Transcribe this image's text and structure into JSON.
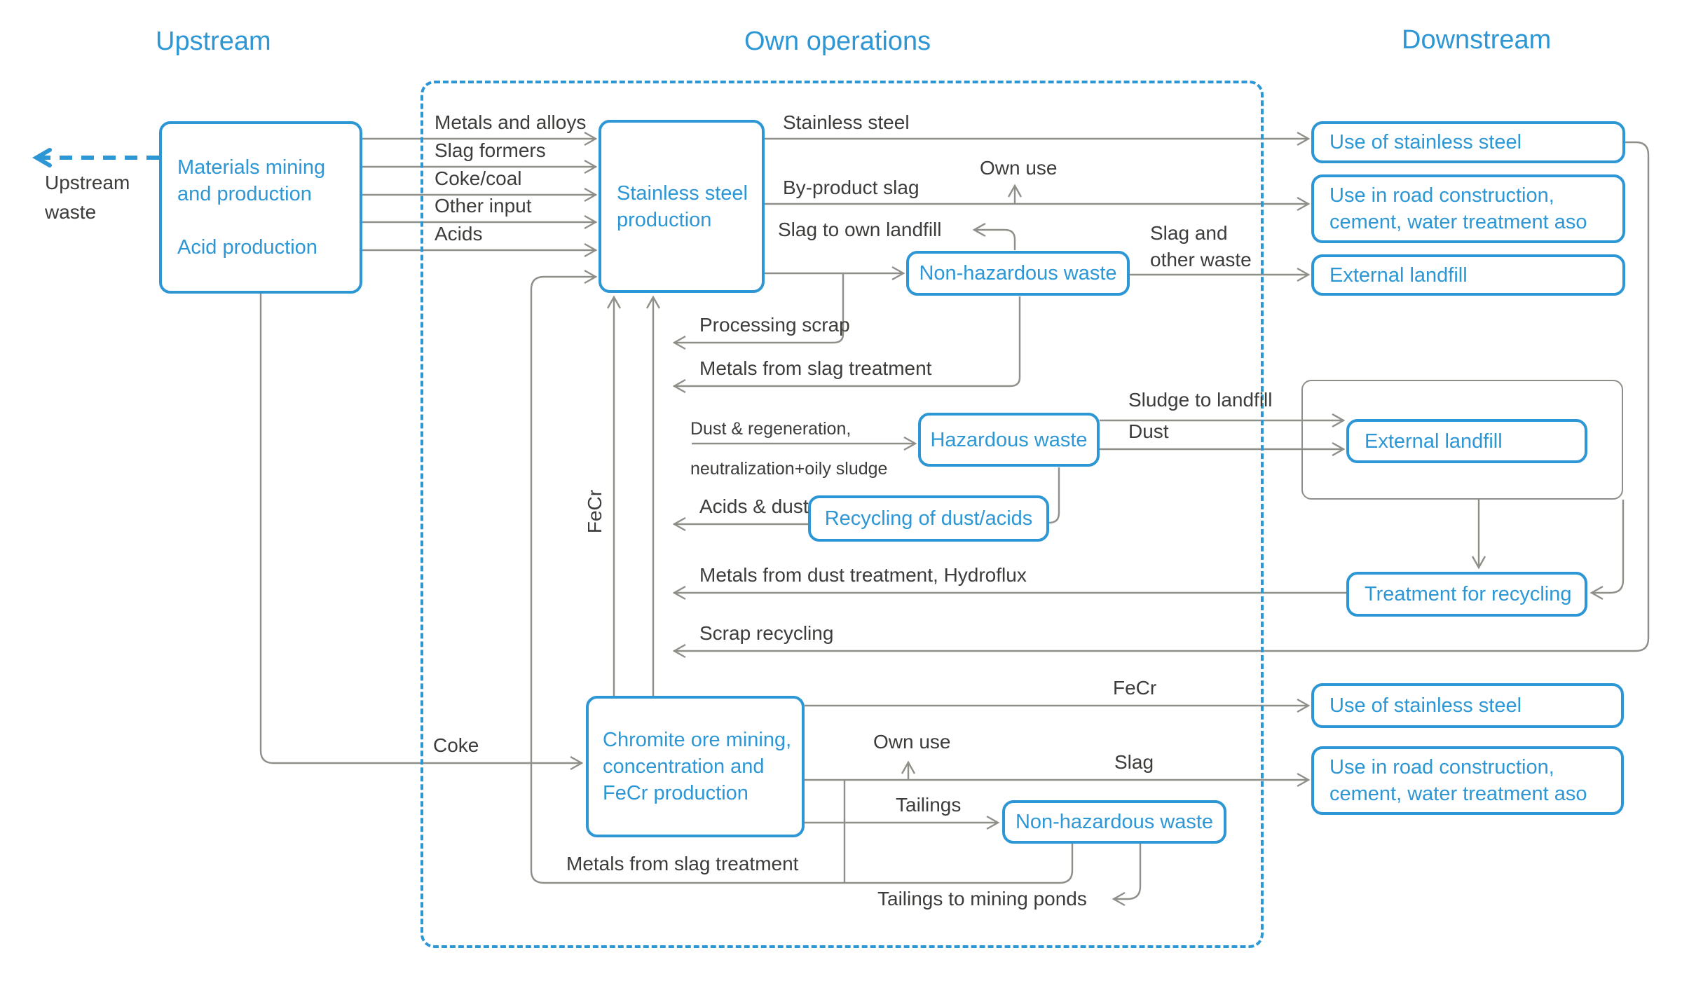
{
  "colors": {
    "accent": "#2D97D5",
    "line": "#8F8F89",
    "text": "#3C3C3A"
  },
  "headers": {
    "upstream": "Upstream",
    "own_operations": "Own operations",
    "downstream": "Downstream"
  },
  "boxes": {
    "materials": {
      "label": "Materials mining\nand production\n\nAcid production"
    },
    "stainless": {
      "label": "Stainless steel\nproduction"
    },
    "nonhaz_top": {
      "label": "Non-hazardous waste"
    },
    "use_steel_top": {
      "label": "Use of stainless steel"
    },
    "use_road_top": {
      "label": "Use in road construction,\ncement, water treatment aso"
    },
    "ext_landfill_top": {
      "label": "External landfill"
    },
    "hazardous": {
      "label": "Hazardous waste"
    },
    "ext_landfill_mid": {
      "label": "External landfill"
    },
    "recycling_dust": {
      "label": "Recycling of dust/acids"
    },
    "treatment": {
      "label": "Treatment for recycling"
    },
    "chromite": {
      "label": "Chromite ore mining,\nconcentration and\nFeCr production"
    },
    "use_steel_bottom": {
      "label": "Use of stainless steel"
    },
    "use_road_bottom": {
      "label": "Use in road construction,\ncement, water treatment aso"
    },
    "nonhaz_bottom": {
      "label": "Non-hazardous waste"
    }
  },
  "labels": {
    "upstream_waste": "Upstream\nwaste",
    "metals_alloys": "Metals and alloys",
    "slag_formers": "Slag formers",
    "coke_coal": "Coke/coal",
    "other_input": "Other input",
    "acids": "Acids",
    "stainless_steel": "Stainless steel",
    "by_product_slag": "By-product slag",
    "own_use_top": "Own use",
    "slag_own_landfill": "Slag to own landfill",
    "slag_other_waste": "Slag and\nother waste",
    "processing_scrap": "Processing scrap",
    "metals_slag_upper": "Metals from slag treatment",
    "dust_regen": "Dust & regeneration,\nneutralization+oily sludge",
    "sludge_landfill": "Sludge to landfill",
    "dust": "Dust",
    "acids_dust": "Acids & dust",
    "metals_dust": "Metals from dust treatment, Hydroflux",
    "scrap_recycling": "Scrap recycling",
    "fecr_vertical": "FeCr",
    "coke": "Coke",
    "fecr_bottom": "FeCr",
    "own_use_bottom": "Own use",
    "slag_bottom": "Slag",
    "tailings": "Tailings",
    "metals_slag_bottom": "Metals from slag treatment",
    "tailings_ponds": "Tailings to mining ponds"
  }
}
